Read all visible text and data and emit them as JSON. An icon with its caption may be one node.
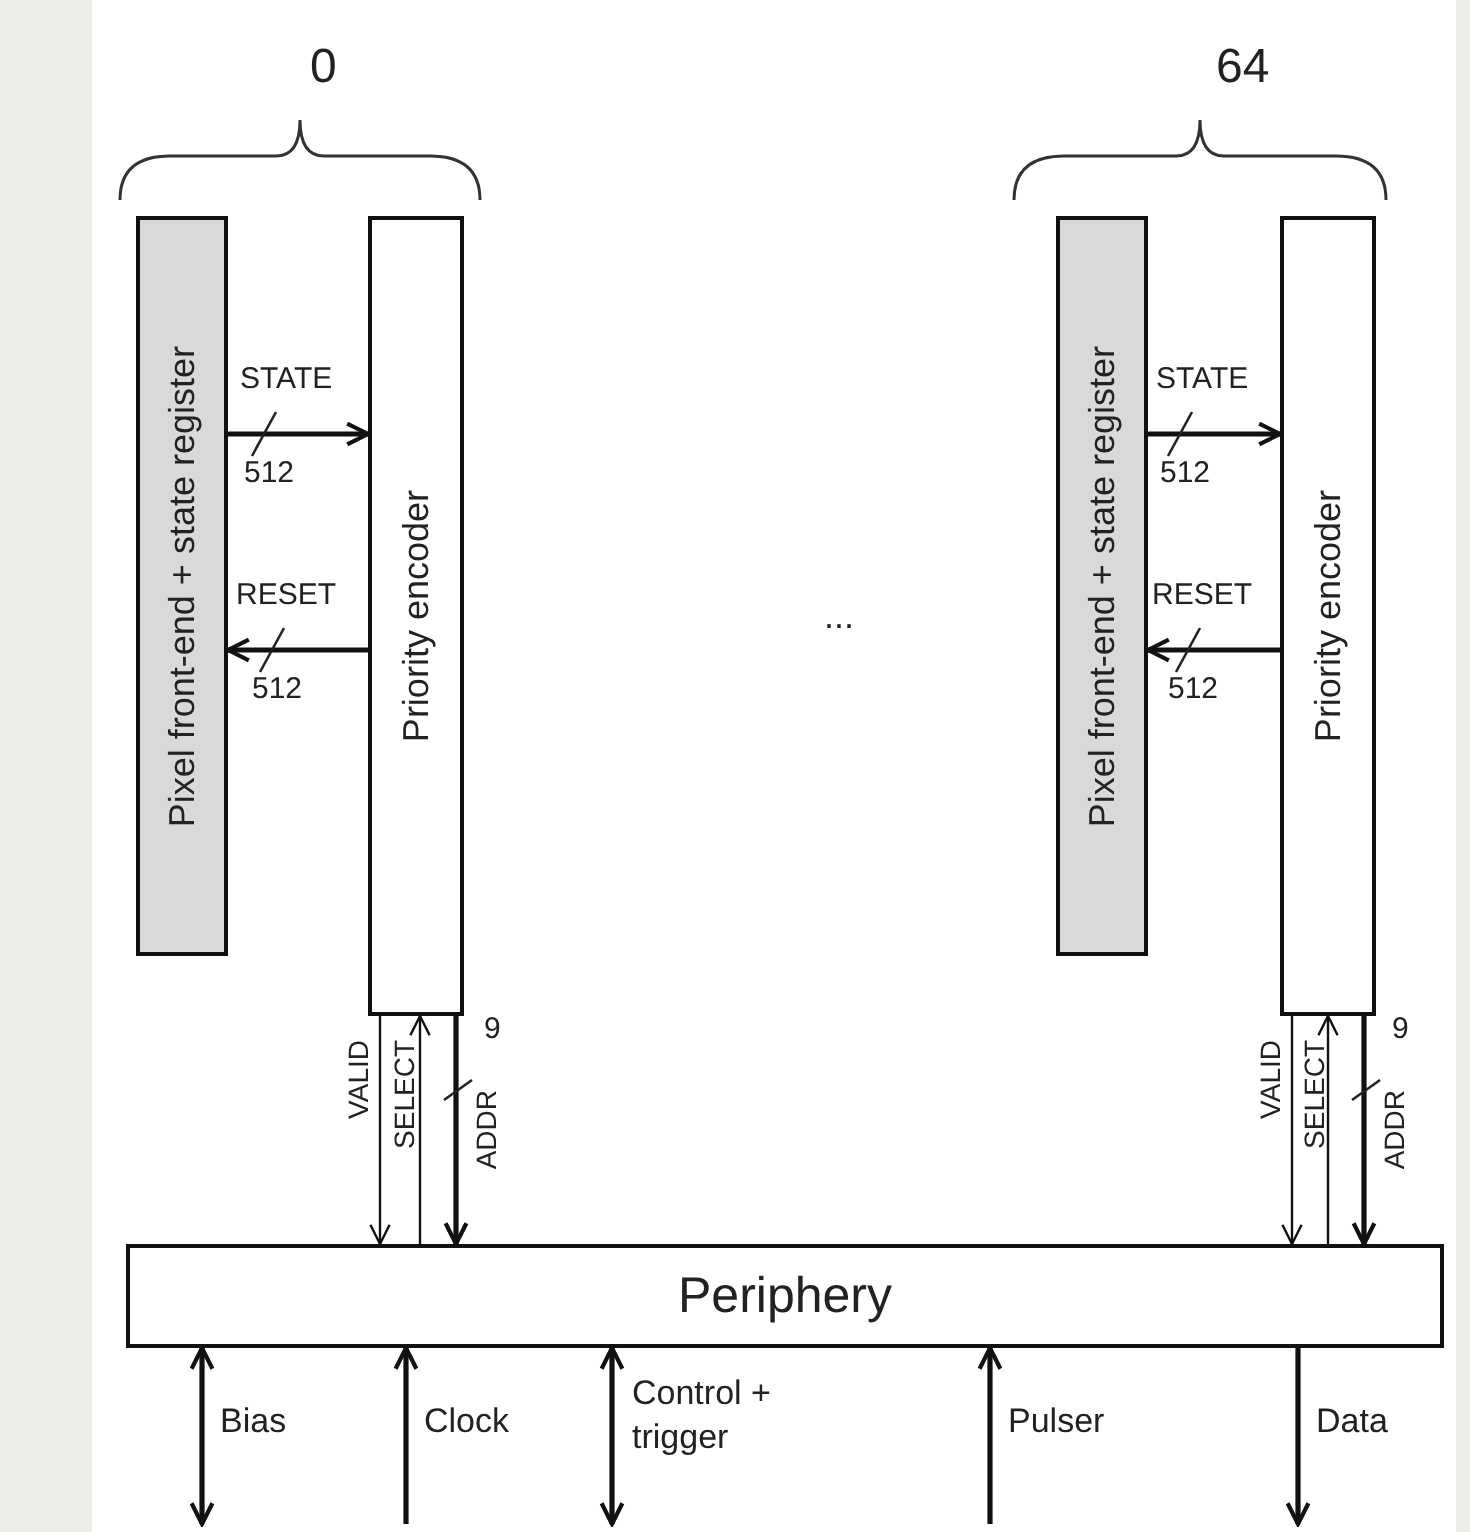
{
  "diagram": {
    "nodes": [
      {
        "text": [
          "Pixel front-end + state register"
        ]
      },
      {
        "text": [
          "Priority encoder"
        ]
      },
      {
        "text": [
          "Pixel front-end + state register"
        ]
      },
      {
        "text": [
          "Priority encoder"
        ]
      },
      {
        "text": [
          "Periphery"
        ]
      }
    ],
    "edges": [
      {
        "from": 0,
        "to": 1,
        "arrow": "to",
        "label": "STATE"
      },
      {
        "from": 1,
        "to": 0,
        "arrow": "to",
        "label": "RESET"
      },
      {
        "from": 1,
        "to": 4,
        "arrow": "to",
        "label": "VALID"
      },
      {
        "from": 4,
        "to": 1,
        "arrow": "to",
        "label": "SELECT"
      },
      {
        "from": 1,
        "to": 4,
        "arrow": "to",
        "label": "ADDR"
      },
      {
        "from": 2,
        "to": 3,
        "arrow": "to",
        "label": "STATE"
      },
      {
        "from": 3,
        "to": 2,
        "arrow": "to",
        "label": "RESET"
      },
      {
        "from": 3,
        "to": 4,
        "arrow": "to",
        "label": "VALID"
      },
      {
        "from": 4,
        "to": 3,
        "arrow": "to",
        "label": "SELECT"
      },
      {
        "from": 3,
        "to": 4,
        "arrow": "to",
        "label": "ADDR"
      },
      {
        "from": null,
        "to": 4,
        "arrow": "both",
        "label": "Bias"
      },
      {
        "from": null,
        "to": 4,
        "arrow": "to",
        "label": "Clock"
      },
      {
        "from": null,
        "to": 4,
        "arrow": "both",
        "label": "Control + trigger"
      },
      {
        "from": null,
        "to": 4,
        "arrow": "to",
        "label": "Pulser"
      },
      {
        "from": 4,
        "to": null,
        "arrow": "to",
        "label": "Data"
      }
    ],
    "labels": [
      "0",
      "64",
      "512",
      "512",
      "...",
      "512",
      "512",
      "9",
      "9"
    ]
  }
}
